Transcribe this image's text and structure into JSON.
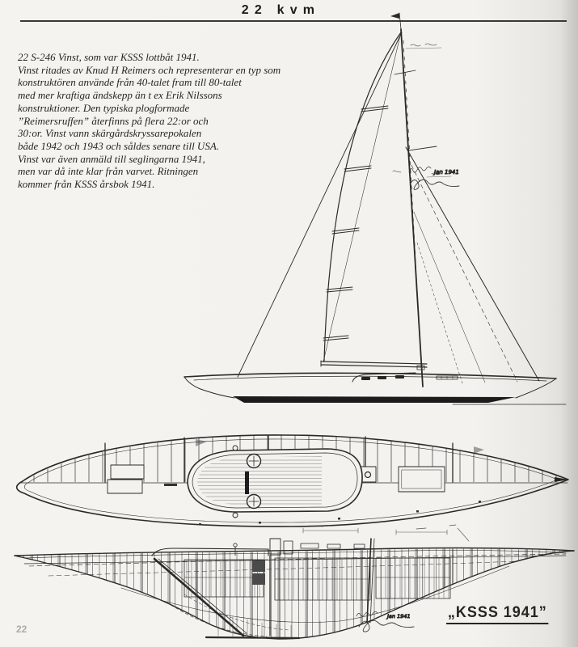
{
  "page": {
    "header_title": "22 kvm",
    "page_number": "22",
    "description": "22 S-246 Vinst, som var KSSS lottbåt 1941.\nVinst ritades av Knud H Reimers och representerar en typ som\nkonstruktören använde från 40-talet fram till 80-talet\nmed mer kraftiga ändskepp än t ex Erik Nilssons\nkonstruktioner. Den typiska plogformade\n”Reimersruffen” återfinns på flera 22:or och\n30:or. Vinst vann skärgårdskryssarepokalen\nbåde 1942 och 1943 och såldes senare till USA.\nVinst var även anmäld till seglingarna 1941,\nmen var då inte klar från varvet. Ritningen\nkommer från KSSS årsbok 1941."
  },
  "drawings": {
    "label": "„KSSS 1941”",
    "sail_plan_note": "Jan 1941",
    "construction_note": "Jan 1941"
  },
  "colors": {
    "paper": "#f3f2ee",
    "ink": "#2b2a27"
  }
}
